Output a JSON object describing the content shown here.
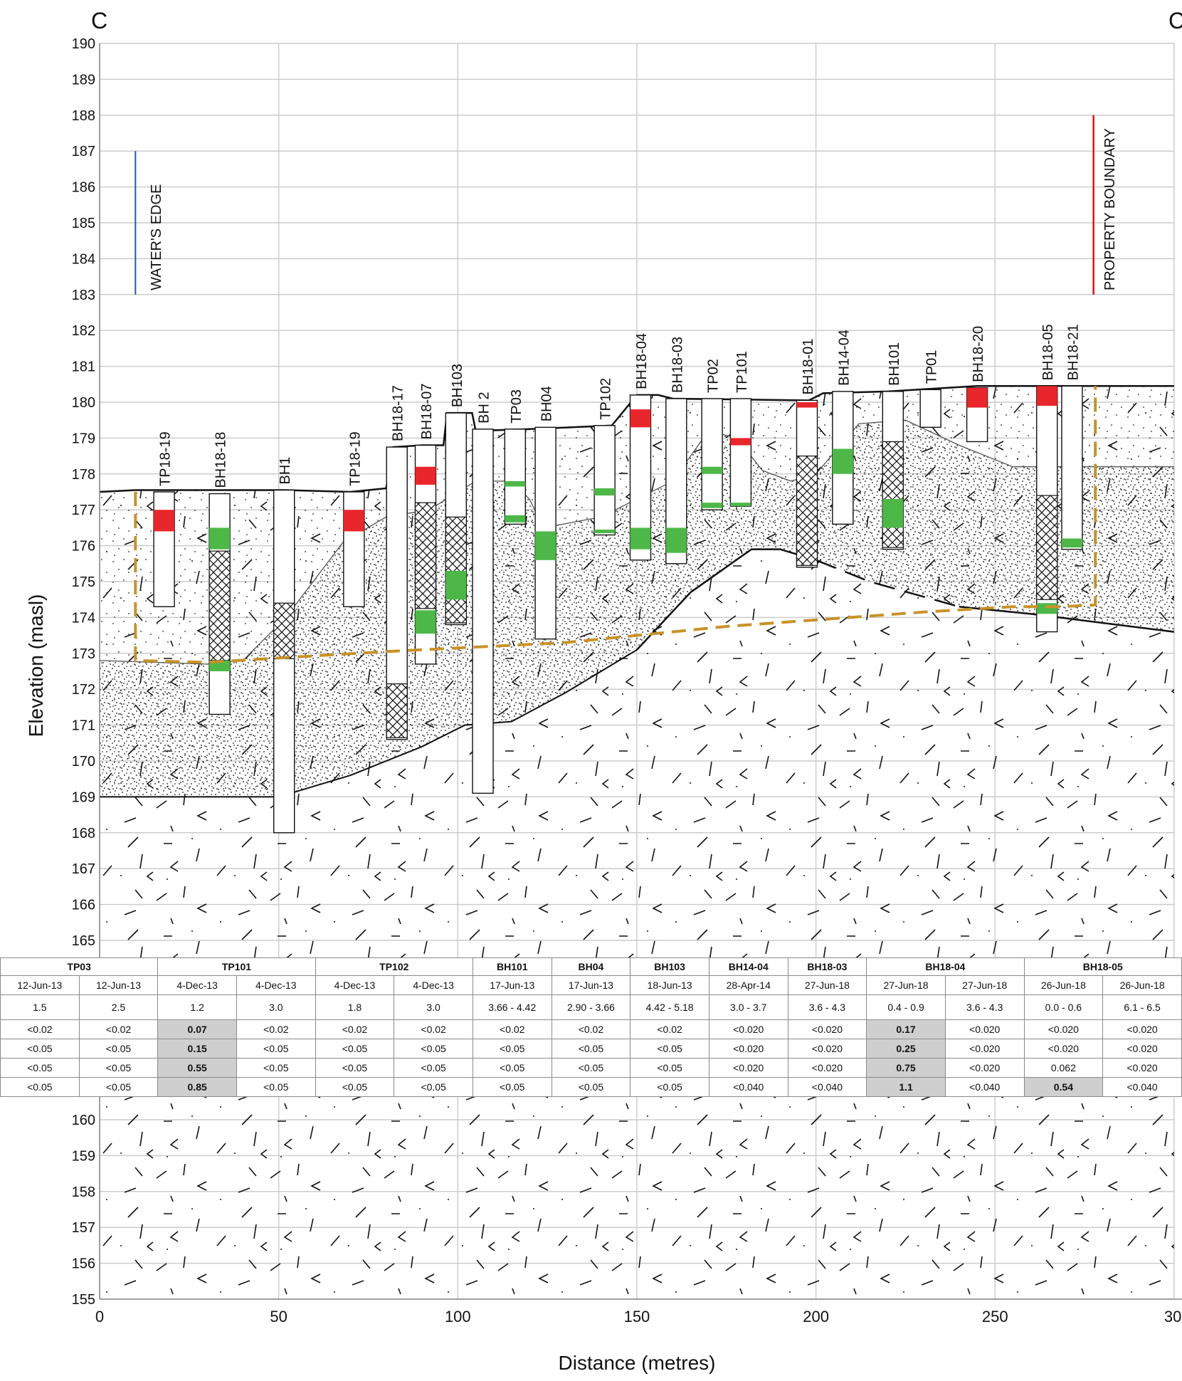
{
  "section": {
    "label_left": "C",
    "label_right": "C"
  },
  "axes": {
    "ylabel": "Elevation (masl)",
    "xlabel": "Distance (metres)",
    "yticks": [
      "190",
      "189",
      "188",
      "187",
      "186",
      "185",
      "184",
      "183",
      "182",
      "181",
      "180",
      "179",
      "178",
      "177",
      "176",
      "175",
      "174",
      "173",
      "172",
      "171",
      "170",
      "169",
      "168",
      "167",
      "166",
      "165",
      "160",
      "159",
      "158",
      "157",
      "156",
      "155"
    ],
    "xticks": [
      "0",
      "50",
      "100",
      "150",
      "200",
      "250",
      "30"
    ],
    "xlim": [
      0,
      300
    ],
    "ylim": [
      155,
      190
    ]
  },
  "annotations": {
    "waters_edge": {
      "text": "WATER'S EDGE",
      "color": "#2255bb"
    },
    "property_boundary": {
      "text": "PROPERTY BOUNDARY",
      "color": "#dd1111"
    }
  },
  "colors": {
    "exceed_red": "#e8262b",
    "detect_green": "#4db848",
    "boundary_dash": "#c8922a",
    "highlight": "#cfcfcf"
  },
  "boreholes": [
    {
      "name": "TP18-19"
    },
    {
      "name": "BH18-18"
    },
    {
      "name": "BH1"
    },
    {
      "name": "TP18-19"
    },
    {
      "name": "BH18-17"
    },
    {
      "name": "BH18-07"
    },
    {
      "name": "BH103"
    },
    {
      "name": "BH 2"
    },
    {
      "name": "TP03"
    },
    {
      "name": "BH04"
    },
    {
      "name": "TP102"
    },
    {
      "name": "BH18-04"
    },
    {
      "name": "BH18-03"
    },
    {
      "name": "TP02"
    },
    {
      "name": "TP101"
    },
    {
      "name": "BH18-01"
    },
    {
      "name": "BH14-04"
    },
    {
      "name": "BH101"
    },
    {
      "name": "TP01"
    },
    {
      "name": "BH18-20"
    },
    {
      "name": "BH18-05"
    },
    {
      "name": "BH18-21"
    }
  ],
  "table": {
    "headers": [
      {
        "text": "TP03",
        "span": 2
      },
      {
        "text": "TP101",
        "span": 2
      },
      {
        "text": "TP102",
        "span": 2
      },
      {
        "text": "BH101",
        "span": 1
      },
      {
        "text": "BH04",
        "span": 1
      },
      {
        "text": "BH103",
        "span": 1
      },
      {
        "text": "BH14-04",
        "span": 1
      },
      {
        "text": "BH18-03",
        "span": 1
      },
      {
        "text": "BH18-04",
        "span": 2
      },
      {
        "text": "BH18-05",
        "span": 2
      }
    ],
    "dates": [
      "12-Jun-13",
      "12-Jun-13",
      "4-Dec-13",
      "4-Dec-13",
      "4-Dec-13",
      "4-Dec-13",
      "17-Jun-13",
      "17-Jun-13",
      "18-Jun-13",
      "28-Apr-14",
      "27-Jun-18",
      "27-Jun-18",
      "27-Jun-18",
      "26-Jun-18",
      "26-Jun-18"
    ],
    "depths": [
      "1.5",
      "2.5",
      "1.2",
      "3.0",
      "1.8",
      "3.0",
      "3.66 - 4.42",
      "2.90 - 3.66",
      "4.42 - 5.18",
      "3.0 - 3.7",
      "3.6 - 4.3",
      "0.4 - 0.9",
      "3.6 - 4.3",
      "0.0 - 0.6",
      "6.1 - 6.5"
    ],
    "rows": [
      [
        "<0.02",
        "<0.02",
        "0.07",
        "<0.02",
        "<0.02",
        "<0.02",
        "<0.02",
        "<0.02",
        "<0.02",
        "<0.020",
        "<0.020",
        "0.17",
        "<0.020",
        "<0.020",
        "<0.020"
      ],
      [
        "<0.05",
        "<0.05",
        "0.15",
        "<0.05",
        "<0.05",
        "<0.05",
        "<0.05",
        "<0.05",
        "<0.05",
        "<0.020",
        "<0.020",
        "0.25",
        "<0.020",
        "<0.020",
        "<0.020"
      ],
      [
        "<0.05",
        "<0.05",
        "0.55",
        "<0.05",
        "<0.05",
        "<0.05",
        "<0.05",
        "<0.05",
        "<0.05",
        "<0.020",
        "<0.020",
        "0.75",
        "<0.020",
        "0.062",
        "<0.020"
      ],
      [
        "<0.05",
        "<0.05",
        "0.85",
        "<0.05",
        "<0.05",
        "<0.05",
        "<0.05",
        "<0.05",
        "<0.05",
        "<0.040",
        "<0.040",
        "1.1",
        "<0.040",
        "0.54",
        "<0.040"
      ]
    ],
    "highlight": [
      [
        0,
        2
      ],
      [
        1,
        2
      ],
      [
        2,
        2
      ],
      [
        3,
        2
      ],
      [
        0,
        11
      ],
      [
        1,
        11
      ],
      [
        2,
        11
      ],
      [
        3,
        11
      ],
      [
        3,
        13
      ]
    ]
  }
}
